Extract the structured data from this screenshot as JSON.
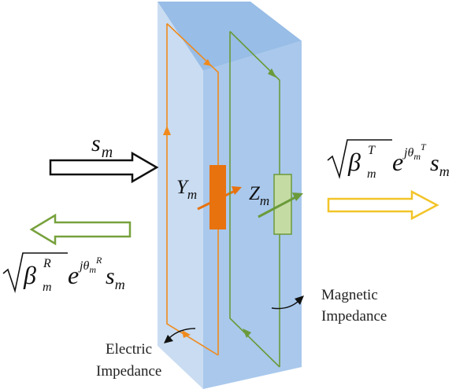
{
  "labels": {
    "incident": {
      "base": "s",
      "sub": "m"
    },
    "electric_element": {
      "base": "Y",
      "sub": "m"
    },
    "magnetic_element": {
      "base": "Z",
      "sub": "m"
    },
    "transmitted": {
      "root_base": "β",
      "root_sub": "m",
      "root_sup": "T",
      "exp_base": "e",
      "exp_prefix": "jθ",
      "exp_sub": "m",
      "exp_sup": "T",
      "tail_base": "s",
      "tail_sub": "m"
    },
    "reflected": {
      "root_base": "β",
      "root_sub": "m",
      "root_sup": "R",
      "exp_base": "e",
      "exp_prefix": "jθ",
      "exp_sub": "m",
      "exp_sup": "R",
      "tail_base": "s",
      "tail_sub": "m"
    }
  },
  "captions": {
    "magnetic": [
      "Magnetic",
      "Impedance"
    ],
    "electric": [
      "Electric",
      "Impedance"
    ]
  },
  "colors": {
    "slab_front": "#c6daf0",
    "slab_side": "#a9c8ec",
    "slab_top": "#98bde6",
    "electric_loop": "#f08a1c",
    "magnetic_loop": "#6b9a3a",
    "y_element": "#e8720e",
    "z_element_fill": "#c5dba4",
    "z_element_stroke": "#6b9a3a",
    "incident_arrow": "#111111",
    "transmitted_arrow": "#f2c428",
    "reflected_arrow": "#77a13c"
  }
}
